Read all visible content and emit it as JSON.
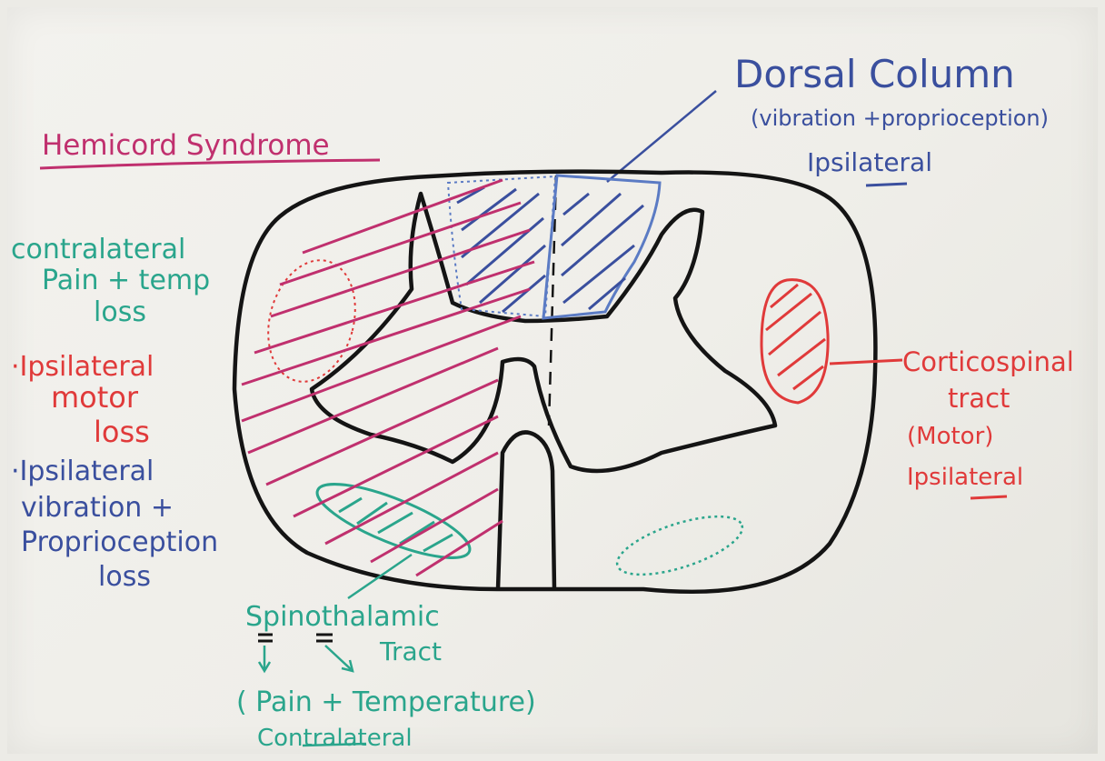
{
  "title": "Hemicord Syndrome",
  "colors": {
    "magenta": "#c0306e",
    "blue": "#3a4f9e",
    "teal": "#2aa58c",
    "red": "#e03a3a",
    "black": "#141414"
  },
  "dorsal_column": {
    "name": "Dorsal Column",
    "function": "(vibration +proprioception)",
    "side": "Ipsilateral"
  },
  "corticospinal": {
    "line1": "Corticospinal",
    "line2": "tract",
    "function": "(Motor)",
    "side": "Ipsilateral"
  },
  "spinothalamic": {
    "line1": "Spinothalamic",
    "line2": "Tract",
    "function": "( Pain + Temperature)",
    "side": "Contralateral"
  },
  "left_notes": {
    "contra_1": "contralateral",
    "contra_2": "Pain + temp",
    "contra_3": "loss",
    "motor_1": "·Ipsilateral",
    "motor_2": "motor",
    "motor_3": "loss",
    "vib_1": "·Ipsilateral",
    "vib_2": "vibration +",
    "vib_3": "Proprioception",
    "vib_4": "loss"
  }
}
